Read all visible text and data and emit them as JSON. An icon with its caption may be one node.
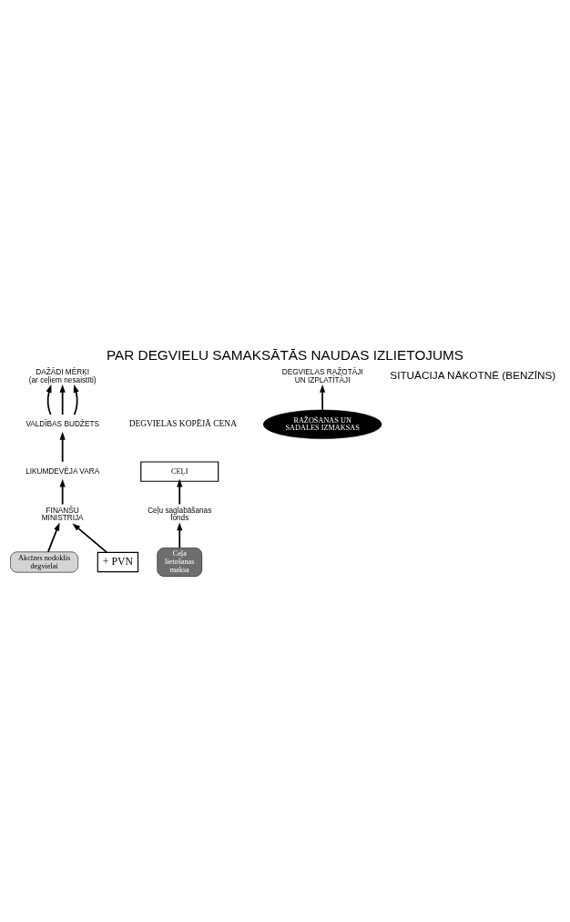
{
  "diagram": {
    "title": "PAR DEGVIELU SAMAKSĀTĀS NAUDAS IZLIETOJUMS",
    "nodes": [
      {
        "text": [
          "DAŽĀDI MĒRĶI",
          "(ar ceļiem nesaistīti)"
        ]
      },
      {
        "text": [
          "VALDĪBAS BUDŽETS"
        ]
      },
      {
        "text": [
          "LIKUMDEVĒJA VARA"
        ]
      },
      {
        "text": [
          "CEĻI"
        ]
      },
      {
        "text": [
          "Ceļu saglabāšanas fonds"
        ]
      },
      {
        "text": [
          "FINANŠU MINISTRIJA"
        ]
      },
      {
        "text": [
          "Ceļa lietošanas maksa"
        ]
      },
      {
        "text": [
          "Akcīzes nodoklis degvielai"
        ]
      },
      {
        "text": [
          "RAŽOŠANAS UN SADALES IZMAKSAS"
        ]
      },
      {
        "text": [
          "DEGVIELAS RAŽOTĀJI UN IZPLATĪTĀJI"
        ]
      },
      {
        "text": [
          "+ PVN"
        ]
      }
    ],
    "edges": [
      {
        "from": 1,
        "to": 0,
        "arrow": "to"
      },
      {
        "from": 1,
        "to": 0,
        "arrow": "to"
      },
      {
        "from": 1,
        "to": 0,
        "arrow": "to"
      },
      {
        "from": 2,
        "to": 1,
        "arrow": "to"
      },
      {
        "from": 5,
        "to": 2,
        "arrow": "to"
      },
      {
        "from": 4,
        "to": 3,
        "arrow": "to"
      },
      {
        "from": 6,
        "to": 4,
        "arrow": "to"
      },
      {
        "from": 7,
        "to": 5,
        "arrow": "to"
      },
      {
        "from": 8,
        "to": 9,
        "arrow": "to"
      },
      {
        "from": 10,
        "to": 5,
        "arrow": "to"
      }
    ],
    "labels": [
      "SITUĀCIJA NĀKOTNĒ (BENZĪNS)",
      "DEGVIELAS KOPĒJĀ CENA"
    ]
  }
}
